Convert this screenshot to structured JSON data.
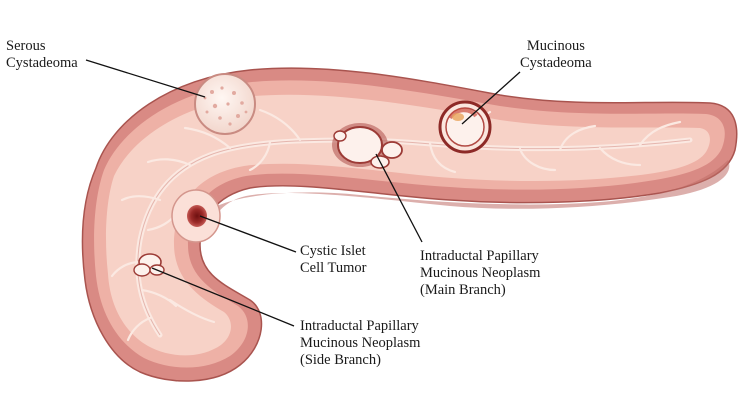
{
  "labels": {
    "serous": {
      "line1": "Serous",
      "line2": "Cystadeoma"
    },
    "mucinous": {
      "line1": "Mucinous",
      "line2": "Cystadeoma"
    },
    "islet": {
      "line1": "Cystic Islet",
      "line2": "Cell Tumor"
    },
    "ipmn_main": {
      "line1": "Intraductal Papillary",
      "line2": "Mucinous Neoplasm",
      "line3": "(Main Branch)"
    },
    "ipmn_side": {
      "line1": "Intraductal Papillary",
      "line2": "Mucinous Neoplasm",
      "line3": "(Side Branch)"
    }
  },
  "colors": {
    "tissue_outer": "#d98a84",
    "tissue_mid": "#eeb1a6",
    "tissue_inner": "#f7d2c7",
    "tissue_dark": "#b8625c",
    "duct": "#fbe9e2",
    "cyst_fill": "#fdf1ec",
    "tumor": "#8c1f1f",
    "leader": "#111111"
  }
}
